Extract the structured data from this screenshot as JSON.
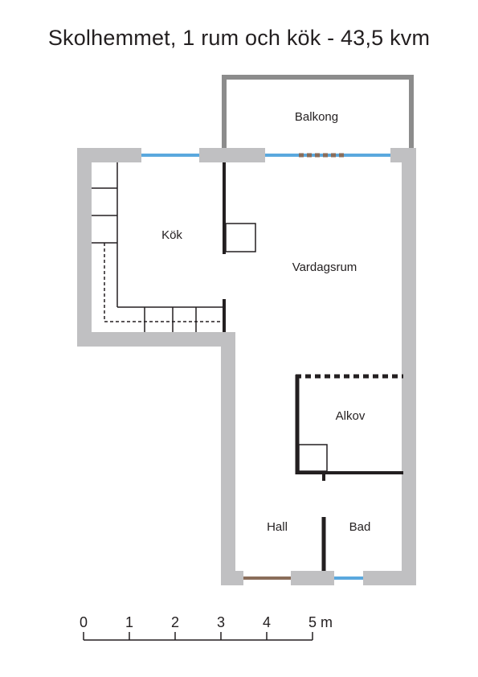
{
  "title": "Skolhemmet, 1 rum och kök - 43,5 kvm",
  "rooms": {
    "balkong": "Balkong",
    "kok": "Kök",
    "vardagsrum": "Vardagsrum",
    "alkov": "Alkov",
    "hall": "Hall",
    "bad": "Bad"
  },
  "scale": {
    "ticks": [
      "0",
      "1",
      "2",
      "3",
      "4",
      "5"
    ],
    "unit": "m"
  },
  "colors": {
    "wall": "#c0c0c2",
    "balcony_rail": "#8c8c8c",
    "window": "#5aa8de",
    "door": "#8a6d5a",
    "partition": "#231f20"
  }
}
